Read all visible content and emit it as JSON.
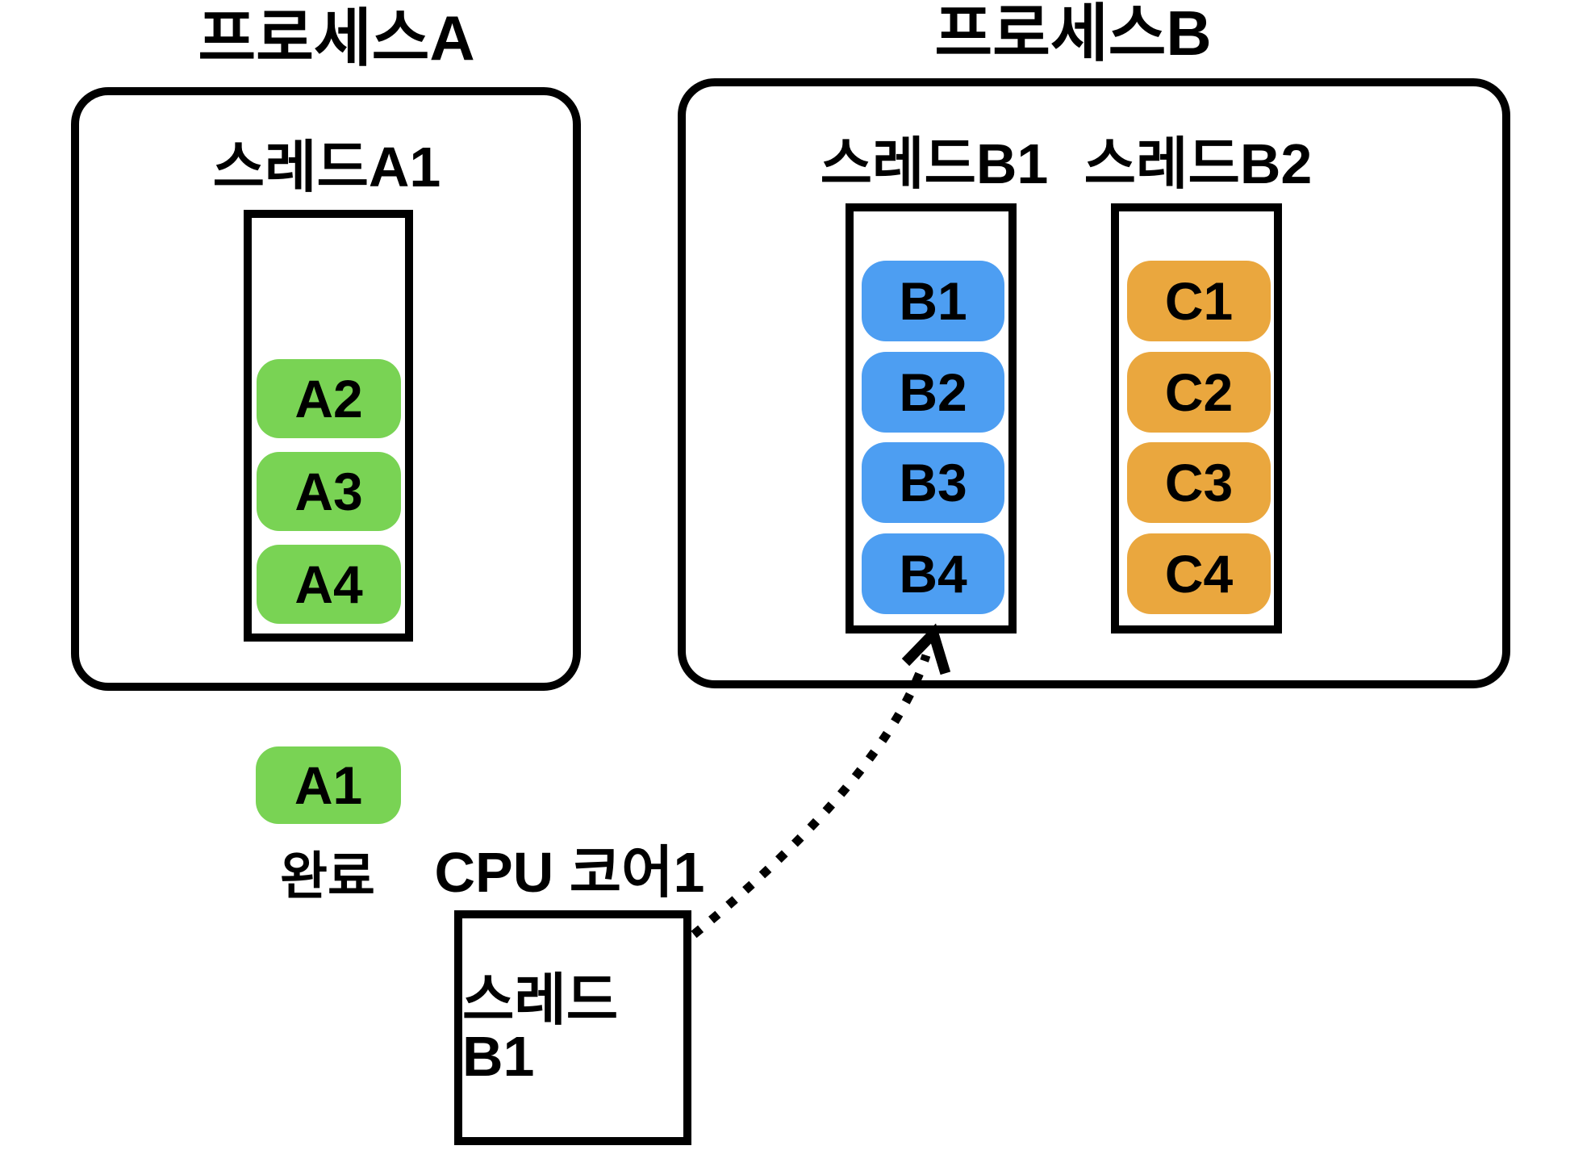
{
  "diagram": {
    "process_a": {
      "title": "프로세스A",
      "thread_label": "스레드A1",
      "stack_blocks": [
        "A2",
        "A3",
        "A4"
      ],
      "block_color": "#79D354"
    },
    "process_b": {
      "title": "프로세스B",
      "thread1_label": "스레드B1",
      "thread1_blocks": [
        "B1",
        "B2",
        "B3",
        "B4"
      ],
      "thread1_block_color": "#4D9EF2",
      "thread2_label": "스레드B2",
      "thread2_blocks": [
        "C1",
        "C2",
        "C3",
        "C4"
      ],
      "thread2_block_color": "#EAA73E"
    },
    "completed": {
      "block": "A1",
      "label": "완료",
      "block_color": "#79D354"
    },
    "cpu": {
      "label": "CPU 코어1",
      "running_thread": "스레드B1"
    },
    "colors": {
      "line": "#000000",
      "background": "#FFFFFF"
    }
  }
}
